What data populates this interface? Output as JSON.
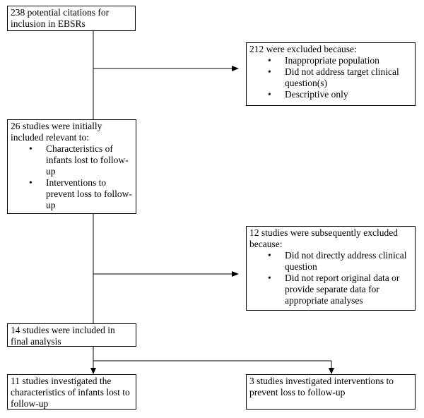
{
  "flow": {
    "citations": {
      "text": "238 potential citations for inclusion in EBSRs"
    },
    "excluded_first": {
      "heading": "212 were excluded because:",
      "reasons": [
        "Inappropriate population",
        "Did not address target clinical question(s)",
        "Descriptive only"
      ]
    },
    "initial": {
      "heading": "26 studies were initially included relevant to:",
      "topics": [
        "Characteristics of infants lost to follow-up",
        "Interventions to prevent loss to follow-up"
      ]
    },
    "excluded_second": {
      "heading": "12 studies were subsequently excluded because:",
      "reasons": [
        "Did not directly address clinical question",
        "Did not report original data or provide separate data for appropriate analyses"
      ]
    },
    "final": {
      "text": "14 studies were included in final analysis"
    },
    "characteristics": {
      "text": "11 studies investigated the characteristics of infants lost to follow-up"
    },
    "interventions": {
      "text": "3 studies investigated interventions to prevent loss to follow-up"
    }
  }
}
